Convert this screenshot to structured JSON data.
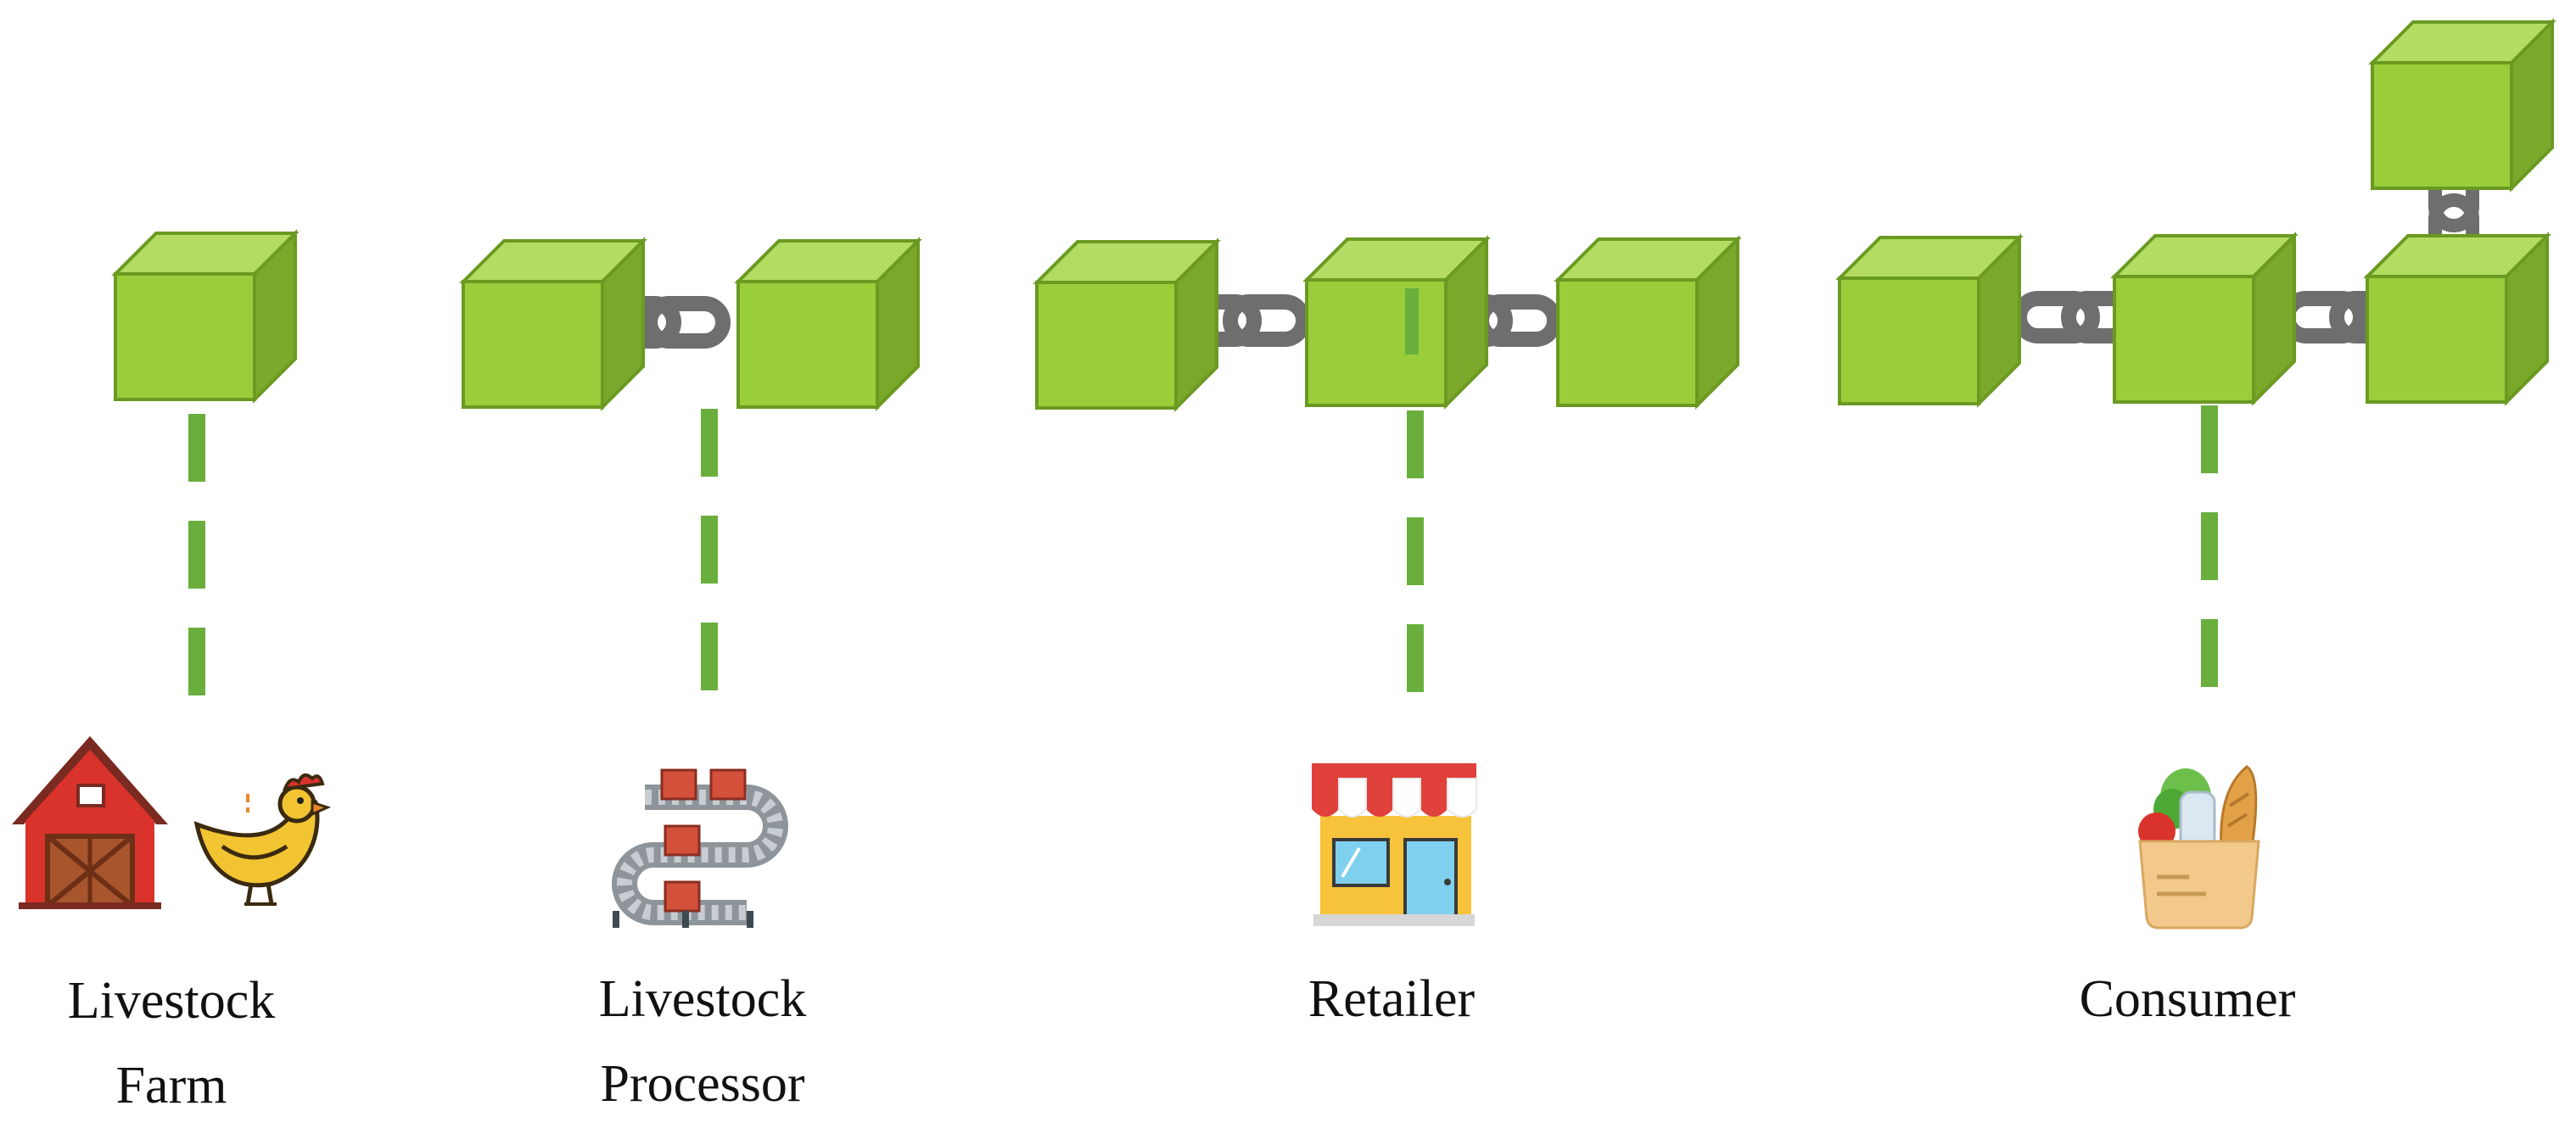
{
  "stages": [
    {
      "id": "farm",
      "label_lines": [
        "Livestock",
        "Farm"
      ],
      "icons": [
        "barn-icon",
        "chicken-icon"
      ],
      "blocks": 1
    },
    {
      "id": "processor",
      "label_lines": [
        "Livestock",
        "Processor"
      ],
      "icons": [
        "conveyor-icon"
      ],
      "blocks": 2
    },
    {
      "id": "retailer",
      "label_lines": [
        "Retailer"
      ],
      "icons": [
        "store-icon"
      ],
      "blocks": 3
    },
    {
      "id": "consumer",
      "label_lines": [
        "Consumer"
      ],
      "icons": [
        "grocery-bag-icon"
      ],
      "blocks": 4
    }
  ],
  "colors": {
    "block_front": "#9acd3a",
    "block_top": "#b2dc62",
    "block_side": "#79a82b",
    "block_edge": "#6b9a22",
    "chain": "#6e6e6e",
    "connector": "#6aaf3d",
    "text": "#111111"
  }
}
